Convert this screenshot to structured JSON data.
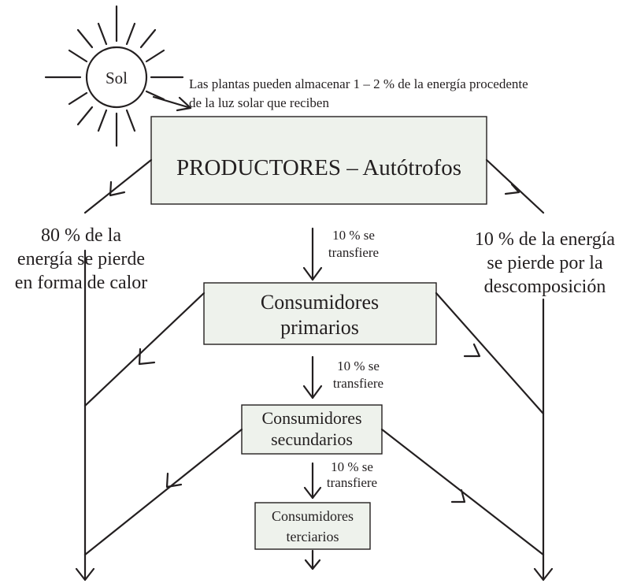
{
  "sun": {
    "label": "Sol"
  },
  "sun_note": {
    "line1": "Las plantas pueden almacenar 1 – 2 % de la energía procedente",
    "line2": "de la luz solar que reciben"
  },
  "levels": {
    "producers": {
      "label": "PRODUCTORES – Autótrofos"
    },
    "primary": {
      "line1": "Consumidores",
      "line2": "primarios"
    },
    "secondary": {
      "line1": "Consumidores",
      "line2": "secundarios"
    },
    "tertiary": {
      "line1": "Consumidores",
      "line2": "terciarios"
    }
  },
  "transfers": {
    "t1": {
      "line1": "10 % se",
      "line2": "transfiere"
    },
    "t2": {
      "line1": "10 % se",
      "line2": "transfiere"
    },
    "t3": {
      "line1": "10 % se",
      "line2": "transfiere"
    }
  },
  "losses": {
    "heat": {
      "line1": "80 % de la",
      "line2": "energía se pierde",
      "line3": "en forma de calor"
    },
    "decomposition": {
      "line1": "10 % de la energía",
      "line2": "se pierde por la",
      "line3": "descomposición"
    }
  }
}
